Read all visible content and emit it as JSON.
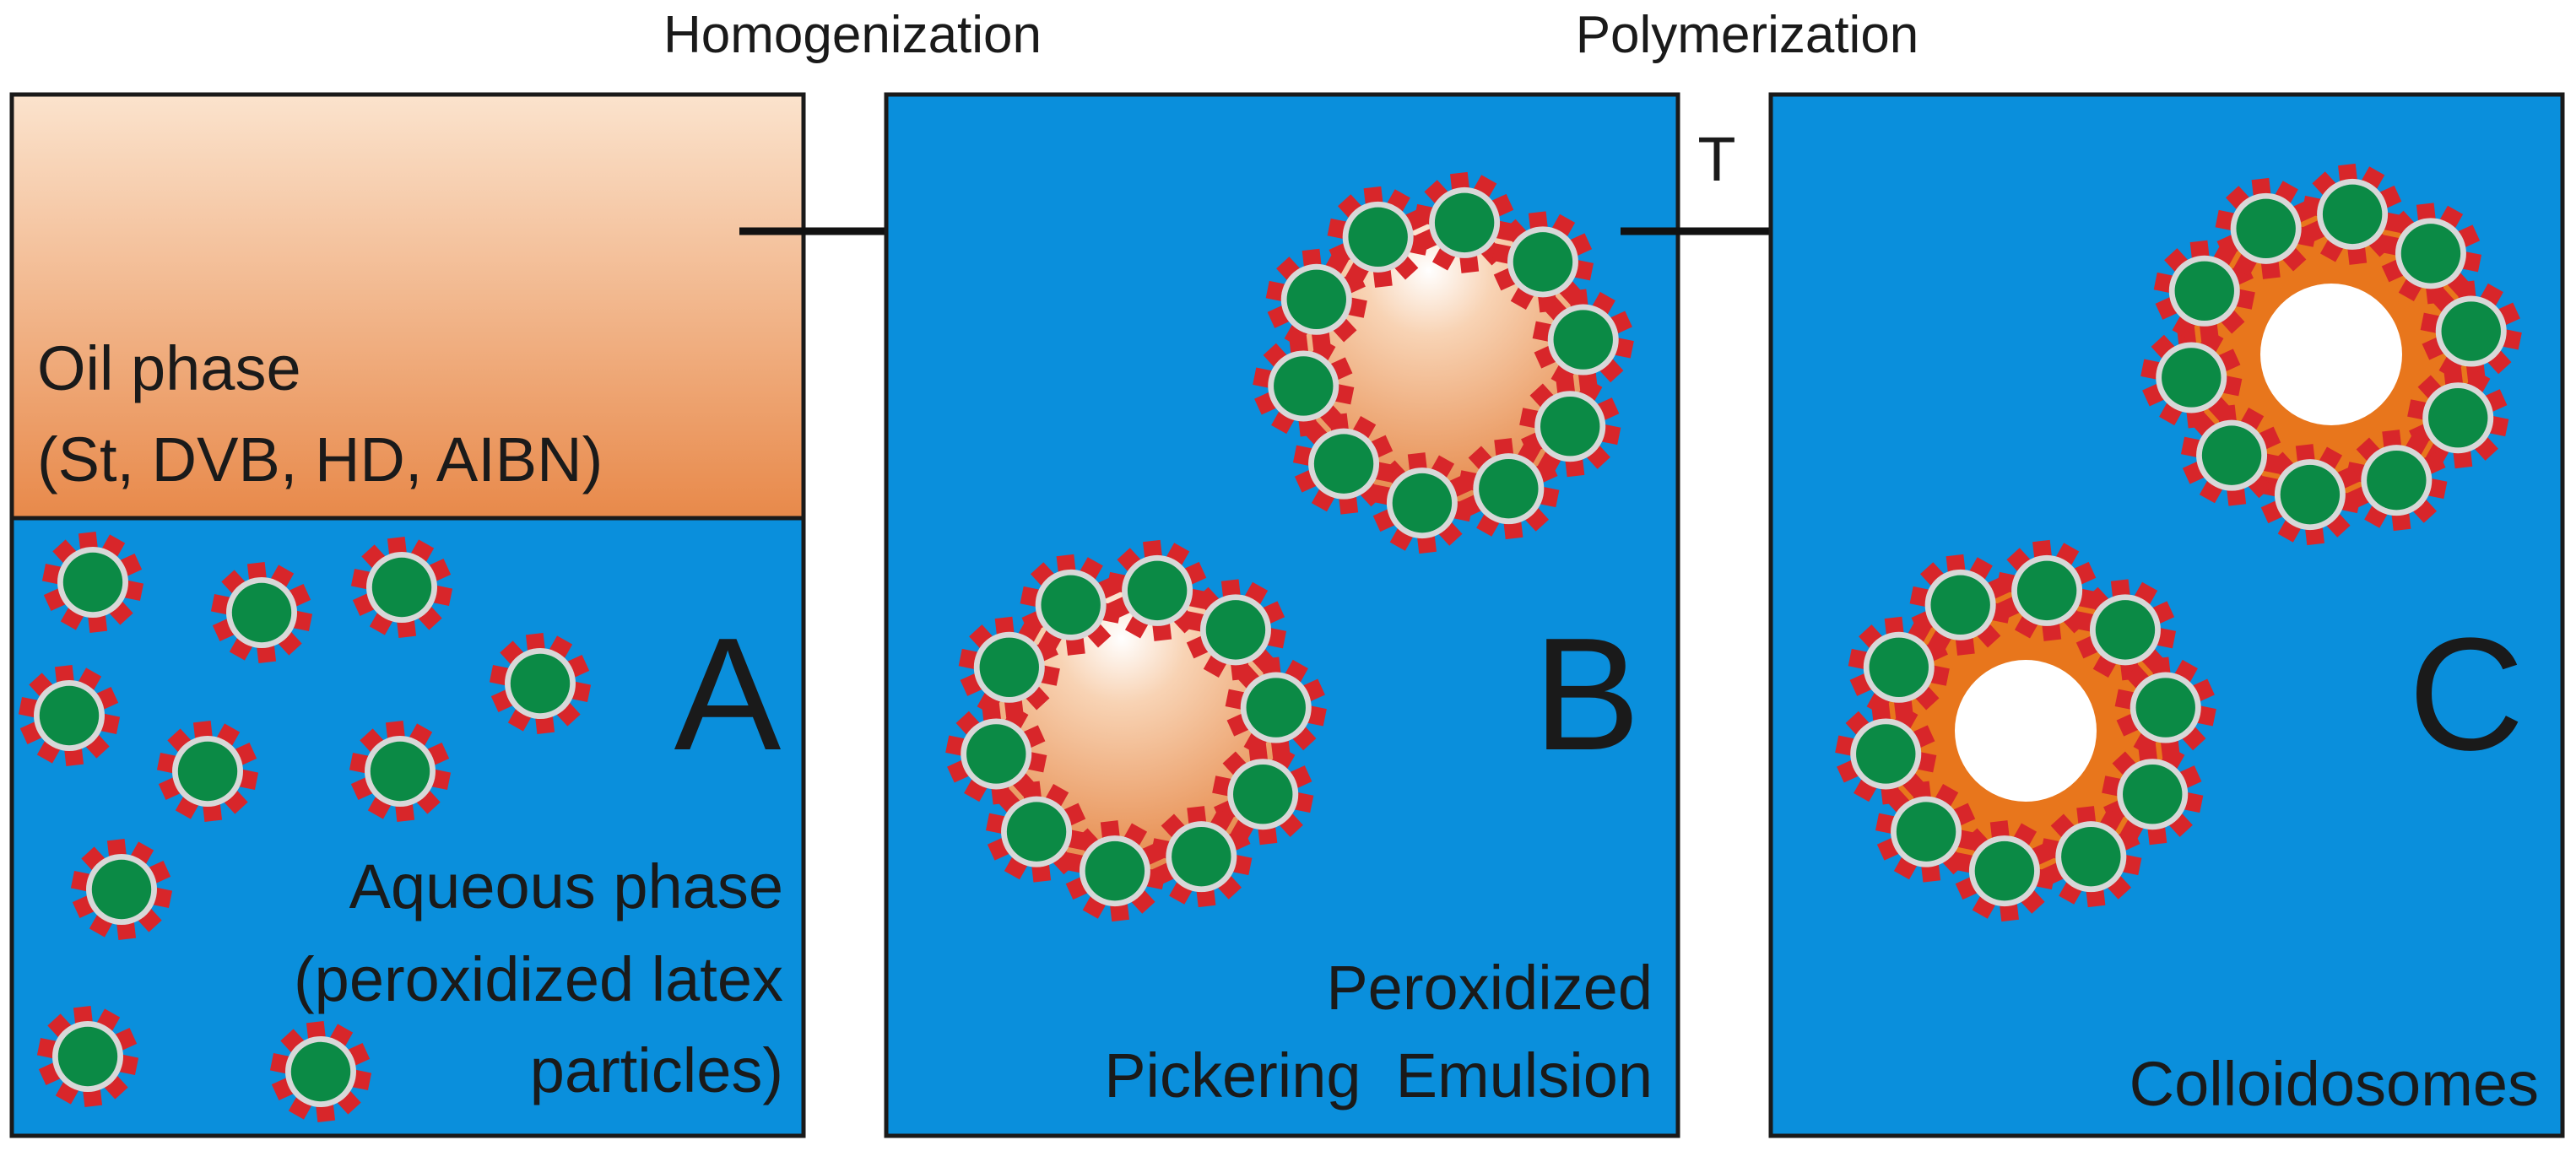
{
  "steps": {
    "homogenization": "Homogenization",
    "polymerization": "Polymerization",
    "temperature": "T"
  },
  "panel_a": {
    "letter": "A",
    "oil_line1": "Oil phase",
    "oil_line2": "(St, DVB, HD, AIBN)",
    "aq_line1": "Aqueous phase",
    "aq_line2": "(peroxidized latex",
    "aq_line3": "particles)"
  },
  "panel_b": {
    "letter": "B",
    "line1": "Peroxidized",
    "line2": "Pickering  Emulsion"
  },
  "panel_c": {
    "letter": "C",
    "line1": "Colloidosomes"
  },
  "colors": {
    "water": "#0a8fdc",
    "oil_top": "#f9d9bd",
    "oil_bottom": "#e88a4a",
    "shell_orange": "#e8761c",
    "latex_green": "#0b8a45",
    "latex_ring": "#d8d8d8",
    "peroxide_red": "#d8262a",
    "outline": "#1a1a1a",
    "arrow": "#111111"
  }
}
